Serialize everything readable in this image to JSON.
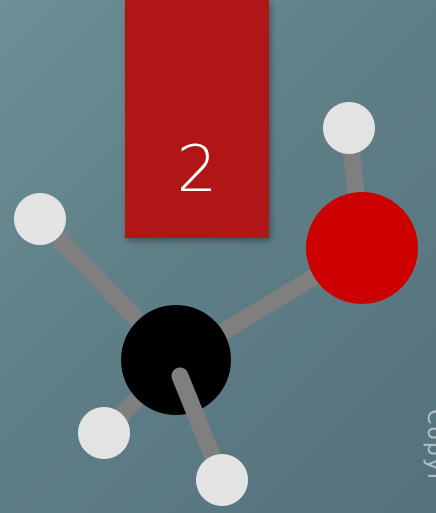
{
  "step_badge": {
    "number": "2",
    "color": "#b01616"
  },
  "molecule": {
    "atoms": [
      {
        "name": "hydrogen-atom-top-left",
        "element": "H",
        "color": "#e3e3e3"
      },
      {
        "name": "hydrogen-atom-top-right",
        "element": "H",
        "color": "#e3e3e3"
      },
      {
        "name": "oxygen-atom",
        "element": "O",
        "color": "#cc0000"
      },
      {
        "name": "carbon-atom",
        "element": "C",
        "color": "#000000"
      },
      {
        "name": "hydrogen-atom-bottom-left",
        "element": "H",
        "color": "#e3e3e3"
      },
      {
        "name": "hydrogen-atom-bottom",
        "element": "H",
        "color": "#e3e3e3"
      }
    ],
    "bond_color": "#7f7f7f"
  },
  "watermark": {
    "text": "Copyr"
  }
}
